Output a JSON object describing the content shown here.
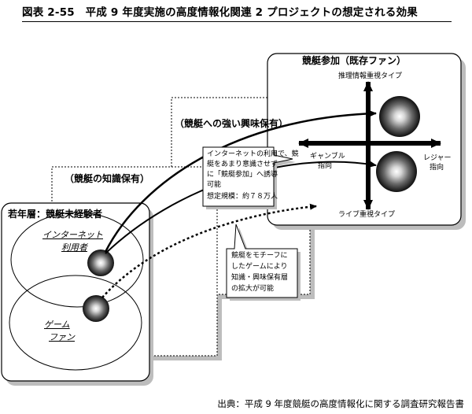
{
  "title": "図表 2-55　平成 9 年度実施の高度情報化関連 2 プロジェクトの想定される効果",
  "panels": {
    "young": {
      "label": "若年層：競艇未経験者"
    },
    "knowledge": {
      "label": "（競艇の知識保有）"
    },
    "interest": {
      "label": "（競艇への強い興味保有）"
    },
    "existing": {
      "label": "競艇参加（既存ファン）"
    }
  },
  "venn": {
    "internet_users": [
      "インターネット",
      "利用者"
    ],
    "game_fans": [
      "ゲーム",
      "ファン"
    ]
  },
  "quadrant": {
    "top": "推理情報重視タイプ",
    "bottom": "ライブ重視タイプ",
    "left": [
      "ギャンブル",
      "指向"
    ],
    "right": [
      "レジャー",
      "指向"
    ]
  },
  "notes": {
    "internet": [
      "インターネットの利用で、競",
      "艇をあまり意識させず",
      "に「競艇参加」へ誘導",
      "可能",
      "想定規模：約７８万人"
    ],
    "game": [
      "競艇をモチーフに",
      "したゲームにより",
      "知識・興味保有層",
      "の拡大が可能"
    ]
  },
  "source": "出典：平成 9 年度競艇の高度情報化に関する調査研究報告書"
}
